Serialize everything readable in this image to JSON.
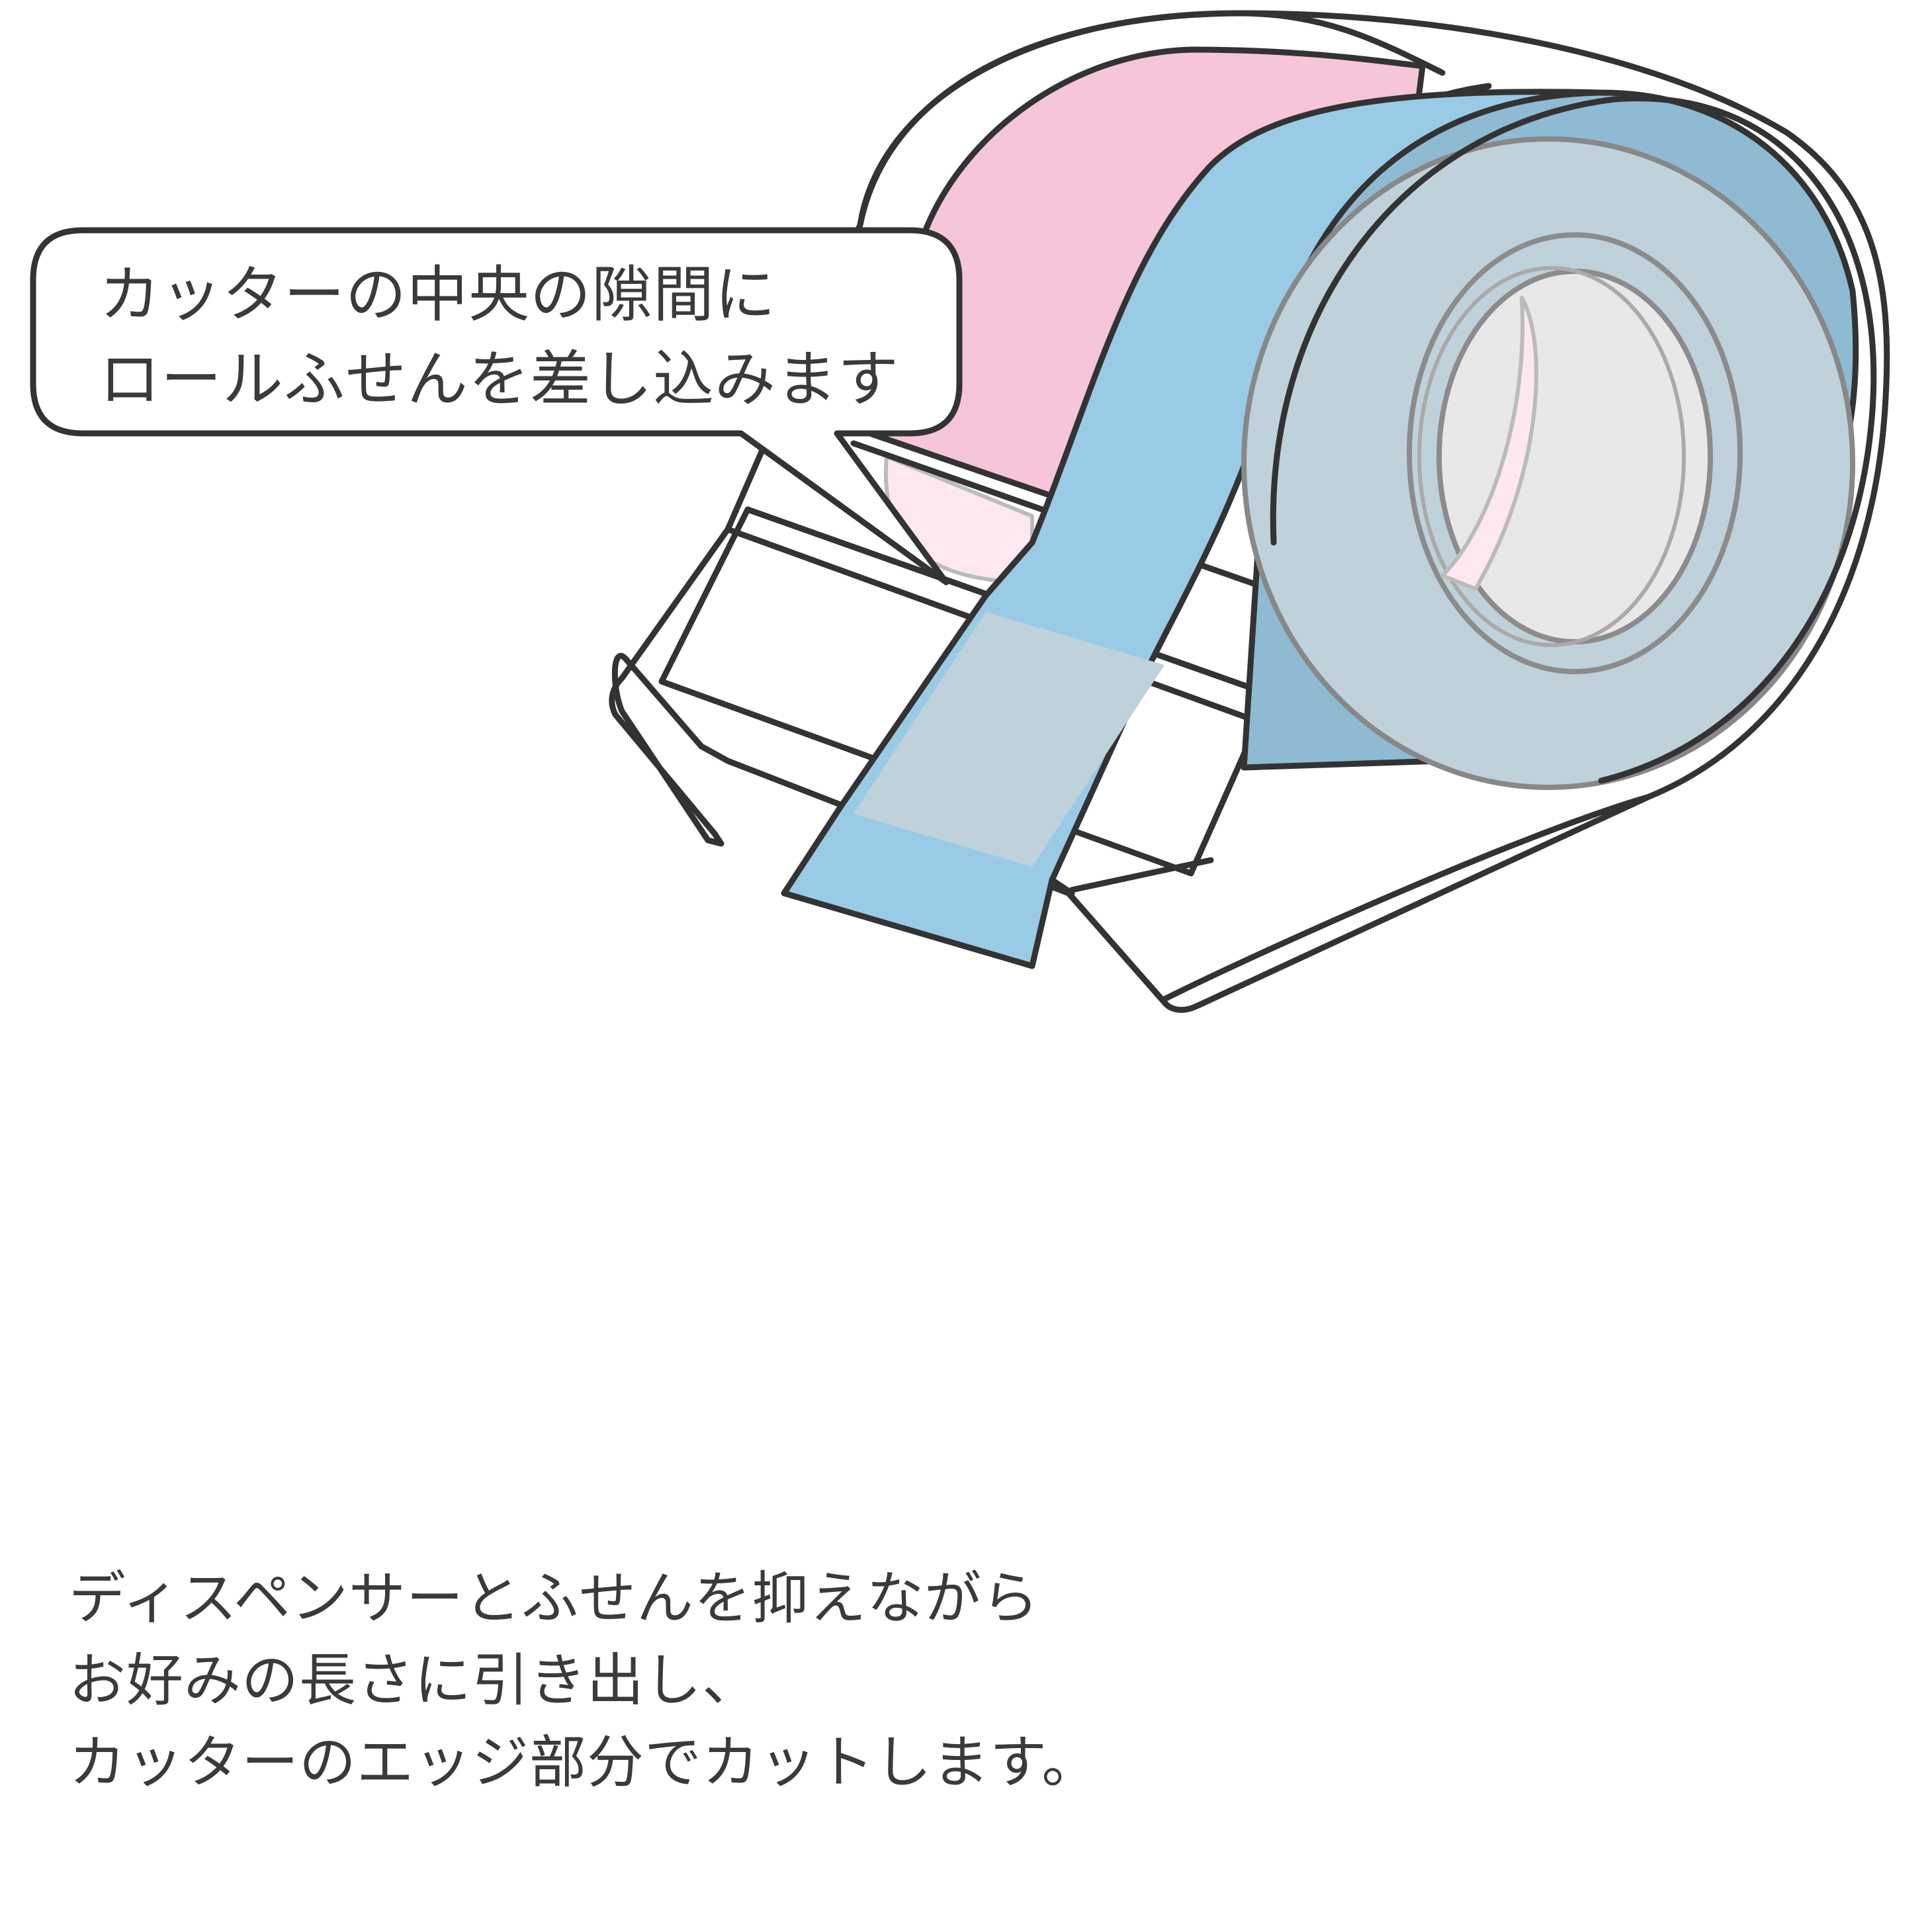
{
  "callouts": {
    "step1": {
      "line1": "カッターの中央の隙間に",
      "line2": "ロールふせんを差し込みます"
    },
    "step2": {
      "line1": "ディスペンサーとふせんを抑えながら",
      "line2": "お好みの長さに引き出し、",
      "line3": "カッターのエッジ部分でカットします。"
    }
  },
  "colors": {
    "outline": "#333333",
    "tape_blue": "#99cbe7",
    "tape_grey_blue": "#bfd2dc",
    "tape_pink": "#f6c5da",
    "pink_light": "#fde8f1",
    "inner_grey": "#e8e8e8",
    "bubble_fill": "#ffffff"
  }
}
